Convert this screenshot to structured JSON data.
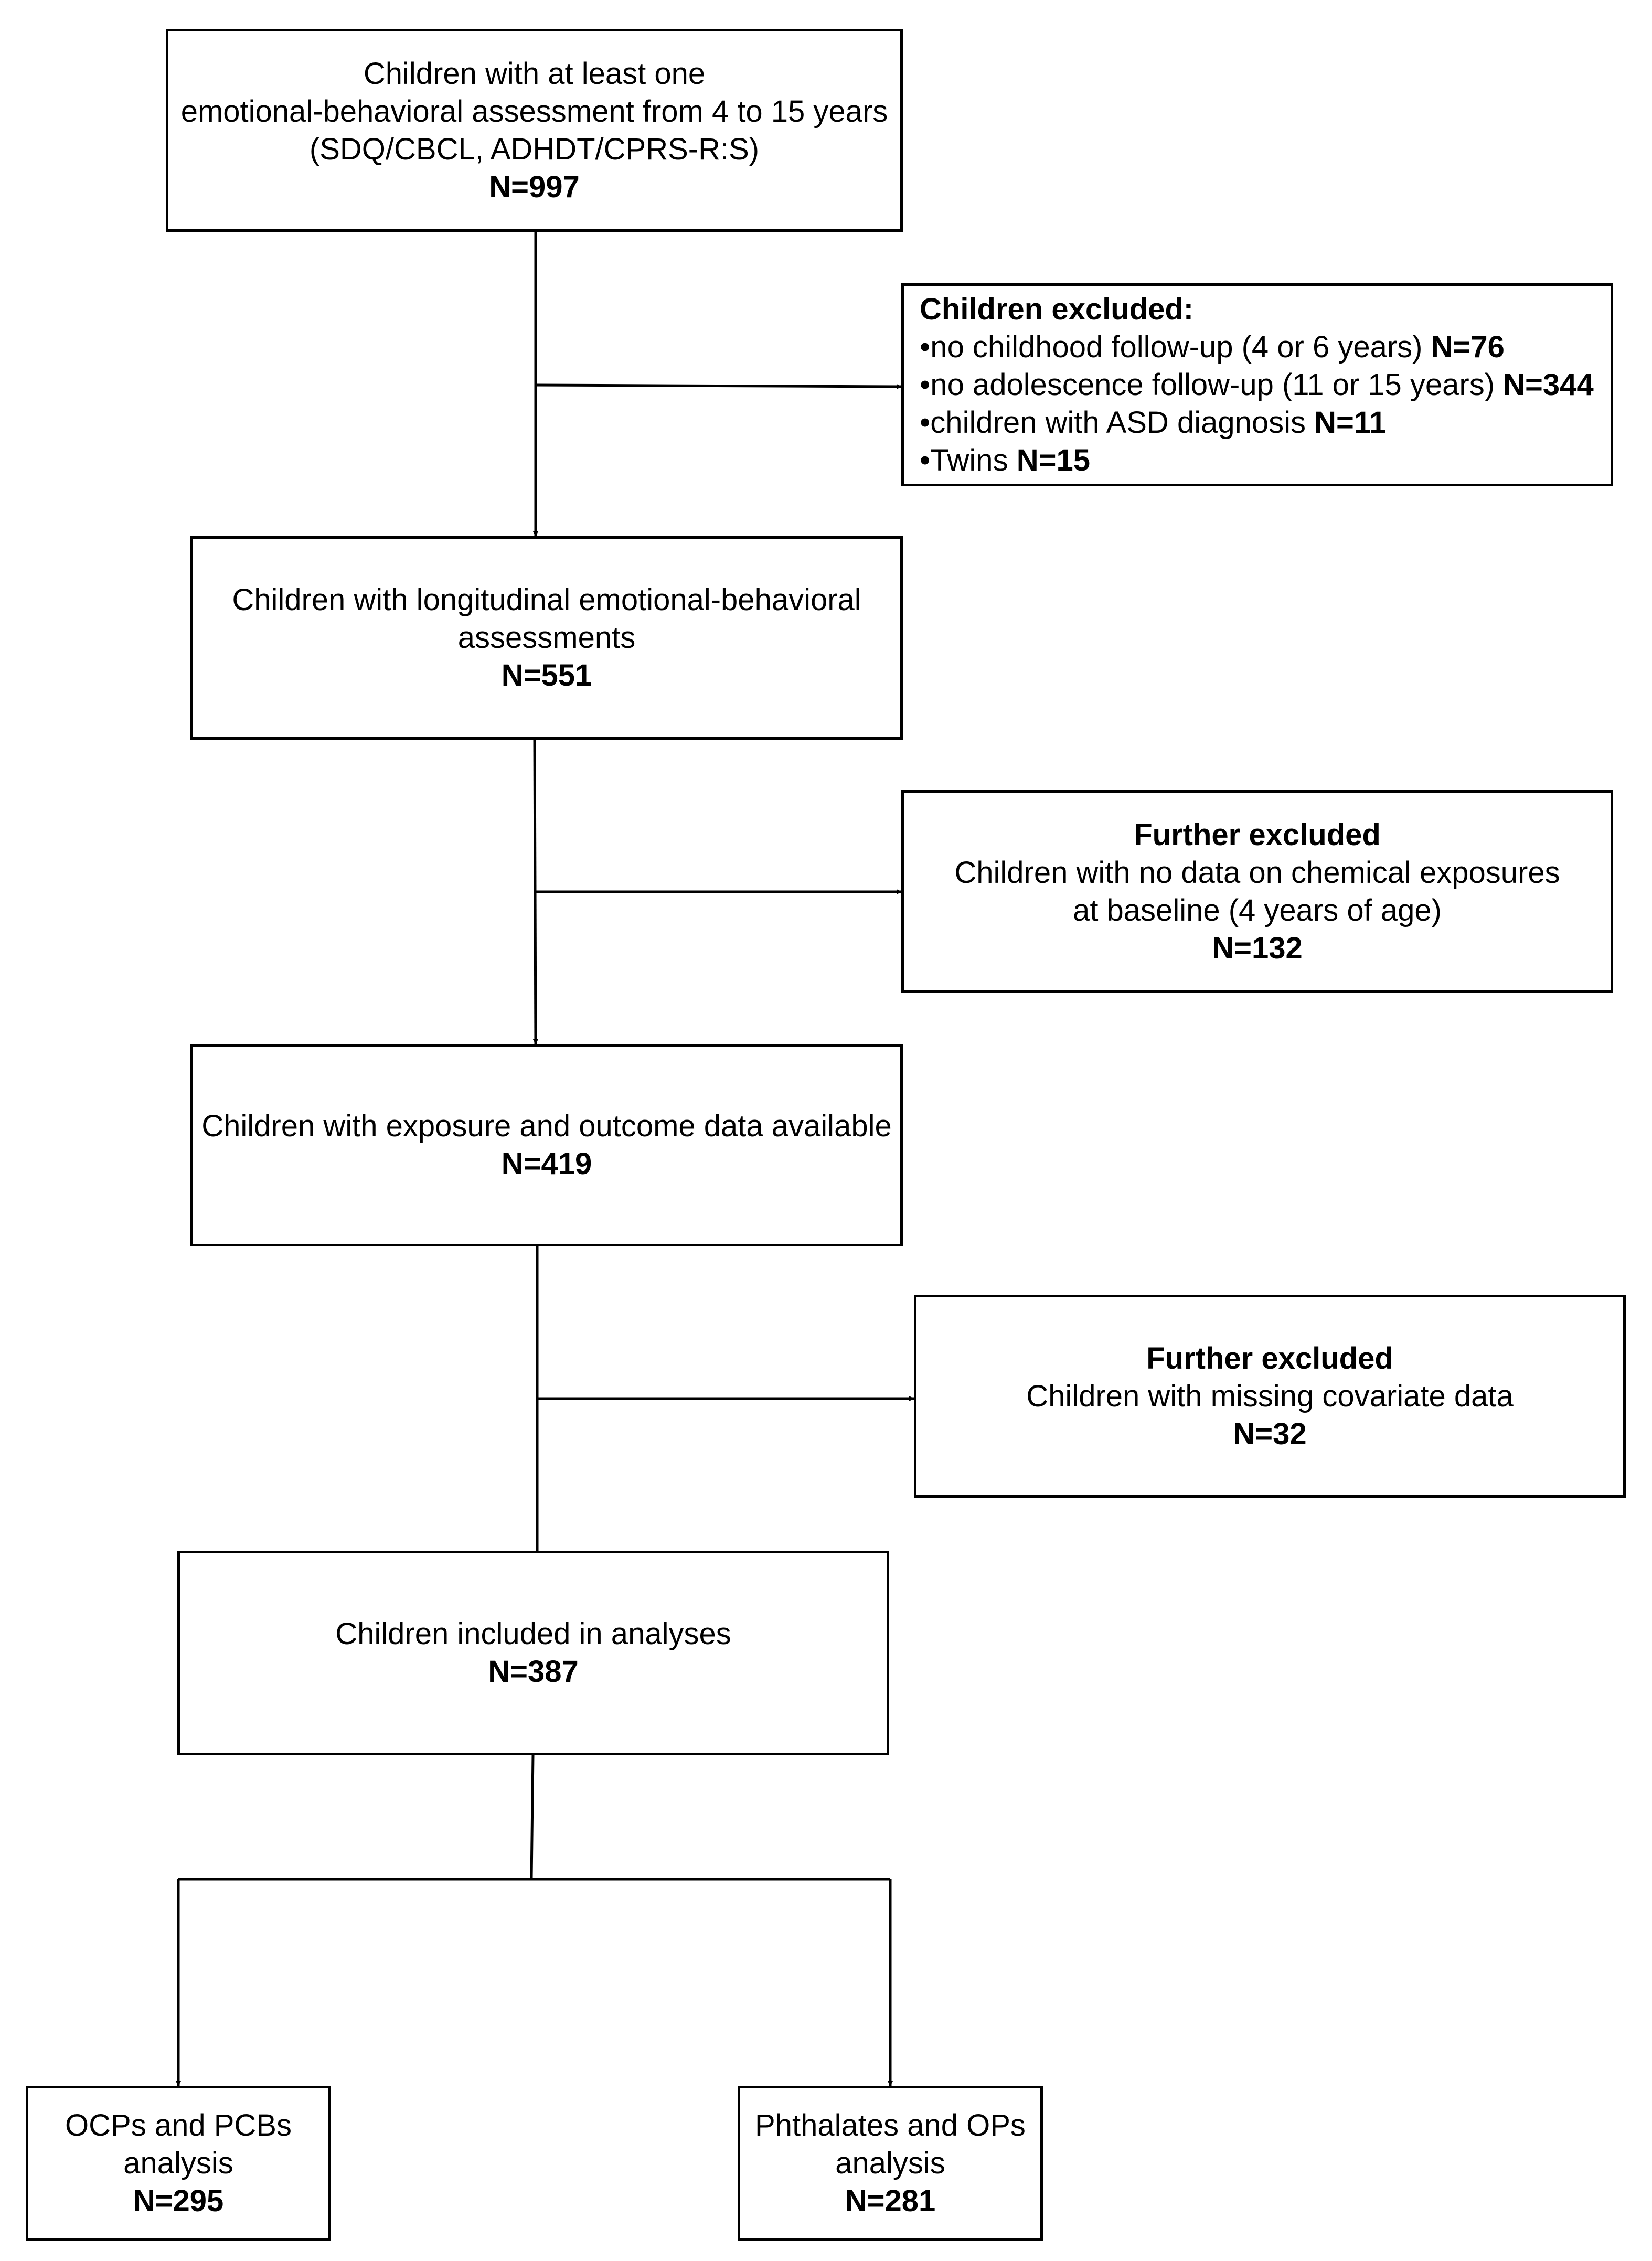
{
  "start": {
    "lines": [
      "Children with at least one",
      "emotional-behavioral assessment from 4 to 15 years",
      "(SDQ/CBCL, ADHDT/CPRS-R:S)"
    ],
    "n": "N=997"
  },
  "exclusion1": {
    "heading": "Children excluded:",
    "items": [
      {
        "text": "•no childhood follow-up (4 or 6 years) ",
        "n": "N=76"
      },
      {
        "text": "•no adolescence follow-up (11 or 15 years) ",
        "n": "N=344"
      },
      {
        "text": "•children with ASD diagnosis ",
        "n": "N=11"
      },
      {
        "text": "•Twins ",
        "n": "N=15"
      }
    ]
  },
  "longitudinal": {
    "lines": [
      "Children with longitudinal emotional-behavioral",
      "assessments"
    ],
    "n": "N=551"
  },
  "exclusion2": {
    "heading": "Further excluded",
    "lines": [
      "Children with no data on chemical exposures",
      "at baseline (4 years of age)"
    ],
    "n": "N=132"
  },
  "exposure_outcome": {
    "lines": [
      "Children with exposure and outcome data available"
    ],
    "n": "N=419"
  },
  "exclusion3": {
    "heading": "Further excluded",
    "lines": [
      "Children with missing covariate data"
    ],
    "n": "N=32"
  },
  "included": {
    "lines": [
      "Children included in analyses"
    ],
    "n": "N=387"
  },
  "ocp_pcb": {
    "lines": [
      "OCPs and PCBs",
      "analysis"
    ],
    "n": "N=295"
  },
  "phthalates_op": {
    "lines": [
      "Phthalates and OPs",
      "analysis"
    ],
    "n": "N=281"
  }
}
